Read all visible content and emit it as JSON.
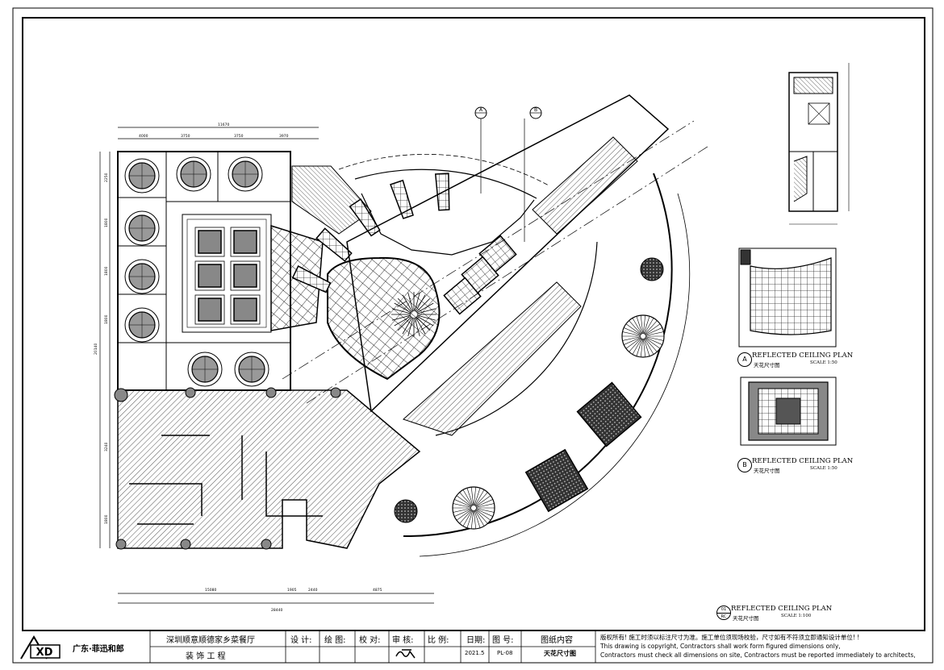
{
  "title_block": {
    "company": "广东·菲迅和郎",
    "project_name": "深圳顺意顺德家乡菜餐厅",
    "project_sub": "装   饰   工   程",
    "design_label": "设 计:",
    "draw_label": "绘 图:",
    "check_label": "校 对:",
    "review_label": "审 核:",
    "scale_label": "比 例:",
    "date_label": "日期:",
    "date_value": "2021.5",
    "sheet_no_label": "图  号:",
    "sheet_no_value": "PL-08",
    "content_label": "图纸内容",
    "content_value": "天花尺寸图",
    "notice_1": "版权所有! 施工时须以标注尺寸为准。施工单位须现场校验，尺寸如有不符须立即通知设计单位! !",
    "notice_2": "This drawing is copyright,  Contractors shall work form figured dimensions only,",
    "notice_3": "Contractors must check all dimensions on site,  Contractors must be reported immediately to architects,"
  },
  "plans": {
    "main": {
      "title": "REFLECTED  CEILING  PLAN",
      "sub": "天花尺寸图",
      "scale": "SCALE 1:100",
      "mark_top": "01",
      "mark_bottom": "RC"
    },
    "detail_a": {
      "title": "REFLECTED  CEILING  PLAN",
      "sub": "天花尺寸图",
      "scale": "SCALE 1:50",
      "mark": "A"
    },
    "detail_b": {
      "title": "REFLECTED  CEILING  PLAN",
      "sub": "天花尺寸图",
      "scale": "SCALE 1:50",
      "mark": "B"
    }
  },
  "section_marks": [
    "A",
    "B"
  ],
  "dimensions": {
    "top_total": "11670",
    "top_parts": [
      "4000",
      "3750",
      "3750",
      "3970"
    ],
    "bottom_total": "28440",
    "bottom_parts": [
      "15080",
      "1905",
      "2440",
      "4875"
    ],
    "left_parts": [
      "2250",
      "1800",
      "1800",
      "1800",
      "3240",
      "1800"
    ],
    "left_total": "20140"
  }
}
